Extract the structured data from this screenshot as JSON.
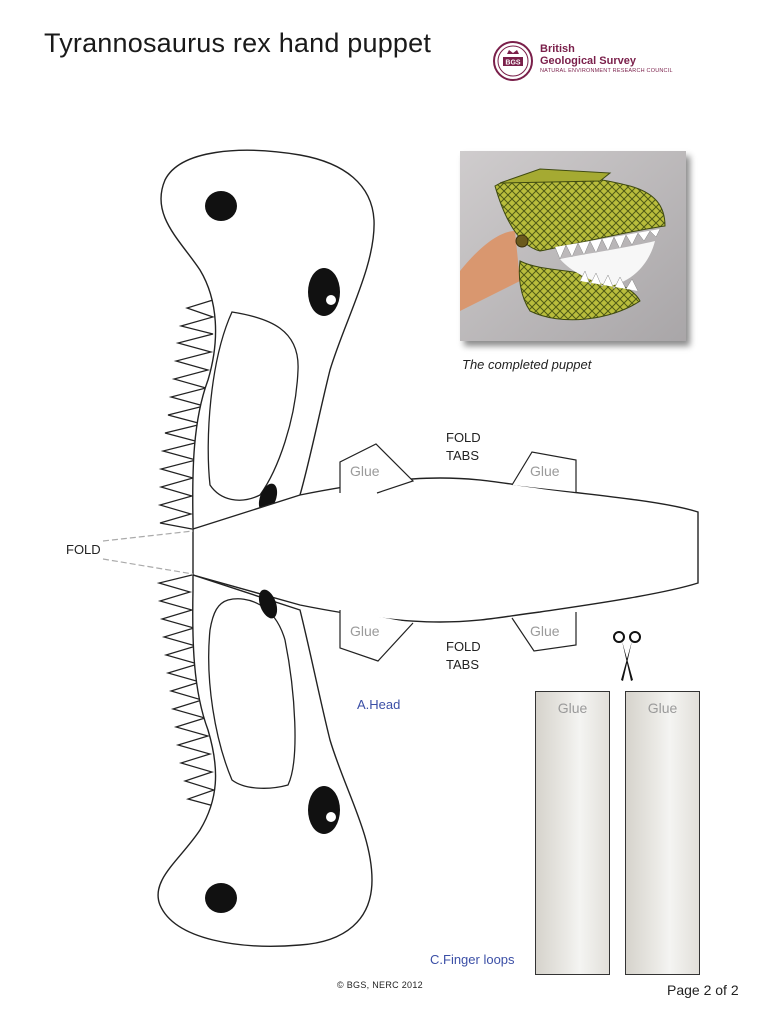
{
  "document": {
    "title": "Tyrannosaurus rex hand puppet",
    "logo": {
      "line1": "British",
      "line2": "Geological Survey",
      "line3": "NATURAL ENVIRONMENT RESEARCH COUNCIL",
      "emblem": "BGS",
      "color": "#7a1f4a"
    },
    "photo": {
      "caption": "The completed puppet"
    },
    "labels": {
      "fold": "FOLD",
      "fold_tabs_top": [
        "FOLD",
        "TABS"
      ],
      "fold_tabs_bottom": [
        "FOLD",
        "TABS"
      ],
      "glue": "Glue",
      "head": "A.Head",
      "finger_loops": "C.Finger loops"
    },
    "copyright": "© BGS, NERC 2012",
    "page": "Page 2 of 2",
    "accent_blue": "#3b4fa6",
    "icons": [
      "scissors-icon"
    ]
  }
}
